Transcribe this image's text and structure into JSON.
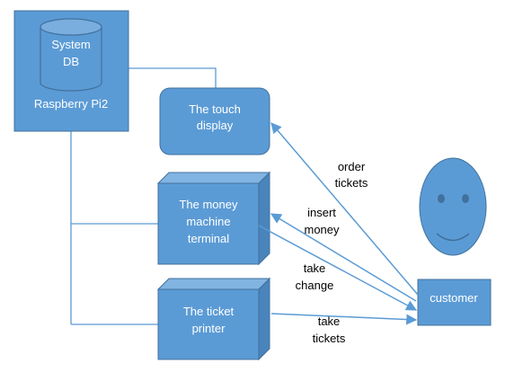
{
  "colors": {
    "box_fill": "#5B9BD5",
    "box_stroke": "#41719C",
    "box_side": "#4A84BC",
    "box_top": "#82B4E2",
    "connector": "#5B9BD5",
    "arrow": "#5B9BD5",
    "text_on_box": "#ffffff",
    "label_text": "#000000"
  },
  "nodes": {
    "raspberry": {
      "label": "Raspberry Pi2"
    },
    "db": {
      "line1": "System",
      "line2": "DB"
    },
    "touch_display": {
      "line1": "The touch",
      "line2": "display"
    },
    "money_machine": {
      "line1": "The money",
      "line2": "machine",
      "line3": "terminal"
    },
    "ticket_printer": {
      "line1": "The ticket",
      "line2": "printer"
    },
    "customer": {
      "label": "customer",
      "icon": "smiley-face-icon"
    }
  },
  "edge_labels": {
    "order_tickets": {
      "line1": "order",
      "line2": "tickets"
    },
    "insert_money": {
      "line1": "insert",
      "line2": "money"
    },
    "take_change": {
      "line1": "take",
      "line2": "change"
    },
    "take_tickets": {
      "line1": "take",
      "line2": "tickets"
    }
  }
}
